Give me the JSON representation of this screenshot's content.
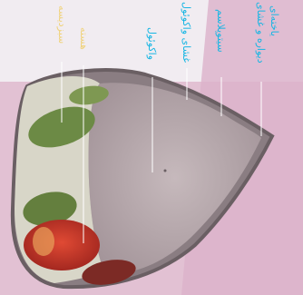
{
  "labels": {
    "cytoplasm": "سيتوپلاسم",
    "vacuole": "واکوئول",
    "vacuole_membrane": "غشای واکوئول",
    "cell_wall_membrane_line1": "ديواره و غشای",
    "cell_wall_membrane_line2": "ياخته‌ای",
    "chloroplast": "سبزديسه",
    "nucleus": "هسته"
  },
  "colors": {
    "pink_background": "#dfb8cf",
    "vacuole_fill": "#b8a9ad",
    "chloroplast_green": "#6c8a45",
    "nucleus_red": "#c4362a",
    "label_cyan": "#17b6e3",
    "label_gold": "#f0d27a"
  }
}
